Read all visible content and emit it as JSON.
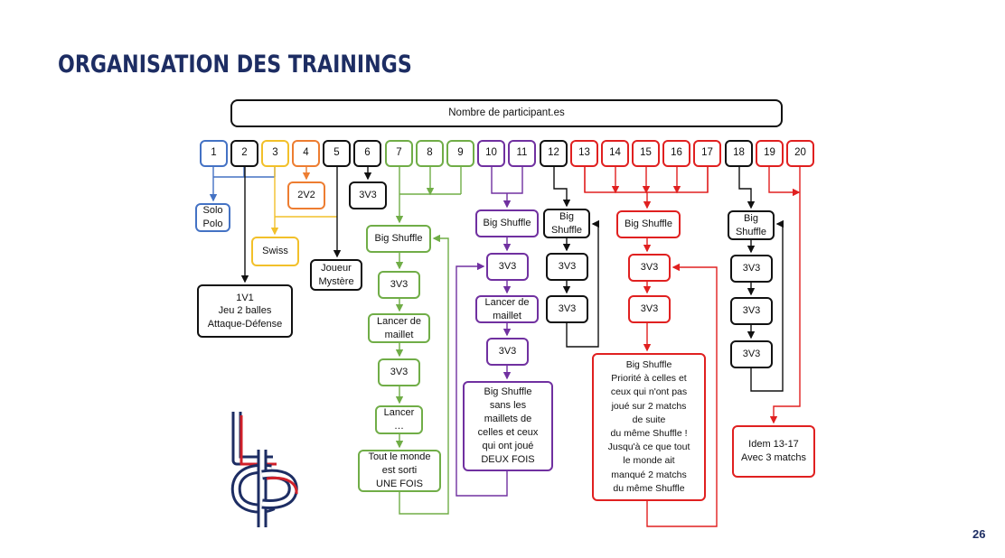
{
  "title": "ORGANISATION DES TRAININGS",
  "page_number": "26",
  "header": "Nombre de participant.es",
  "numbers": [
    "1",
    "2",
    "3",
    "4",
    "5",
    "6",
    "7",
    "8",
    "9",
    "10",
    "11",
    "12",
    "13",
    "14",
    "15",
    "16",
    "17",
    "18",
    "19",
    "20"
  ],
  "boxes": {
    "solo_polo": "Solo\nPolo",
    "v2v2": "2V2",
    "v3v3_6": "3V3",
    "swiss": "Swiss",
    "joueur_mystere": "Joueur\nMystère",
    "one_v_one": "1V1\nJeu 2 balles\nAttaque-Défense",
    "green_big_shuffle": "Big Shuffle",
    "green_3v3_a": "3V3",
    "green_lancer_maillet": "Lancer de\nmaillet",
    "green_3v3_b": "3V3",
    "green_lancer": "Lancer\n…",
    "green_tout_le_monde": "Tout le monde\nest sorti\nUNE FOIS",
    "purple_big_shuffle": "Big Shuffle",
    "purple_3v3_a": "3V3",
    "purple_lancer_maillet": "Lancer de\nmaillet",
    "purple_3v3_b": "3V3",
    "purple_big_shuffle_sans": "Big Shuffle\nsans les\nmaillets de\ncelles et ceux\nqui ont joué\nDEUX FOIS",
    "black12_big_shuffle": "Big\nShuffle",
    "black12_3v3_a": "3V3",
    "black12_3v3_b": "3V3",
    "red_big_shuffle": "Big Shuffle",
    "red_3v3_a": "3V3",
    "red_3v3_b": "3V3",
    "red_big_shuffle_priorite": "Big Shuffle\nPriorité à celles et\nceux qui n'ont pas\njoué sur 2 matchs\nde suite\ndu même Shuffle !\nJusqu'à ce que tout\nle monde ait\nmanqué 2 matchs\ndu même Shuffle",
    "black18_big_shuffle": "Big\nShuffle",
    "black18_3v3_a": "3V3",
    "black18_3v3_b": "3V3",
    "black18_3v3_c": "3V3",
    "idem": "Idem 13-17\nAvec 3 matchs"
  },
  "colors": {
    "blue": "#4472c4",
    "yellow": "#f2c02a",
    "orange": "#ed7d31",
    "black": "#111111",
    "green": "#70ad47",
    "purple": "#7030a0",
    "red": "#e02020",
    "navy": "#1d2d63"
  }
}
